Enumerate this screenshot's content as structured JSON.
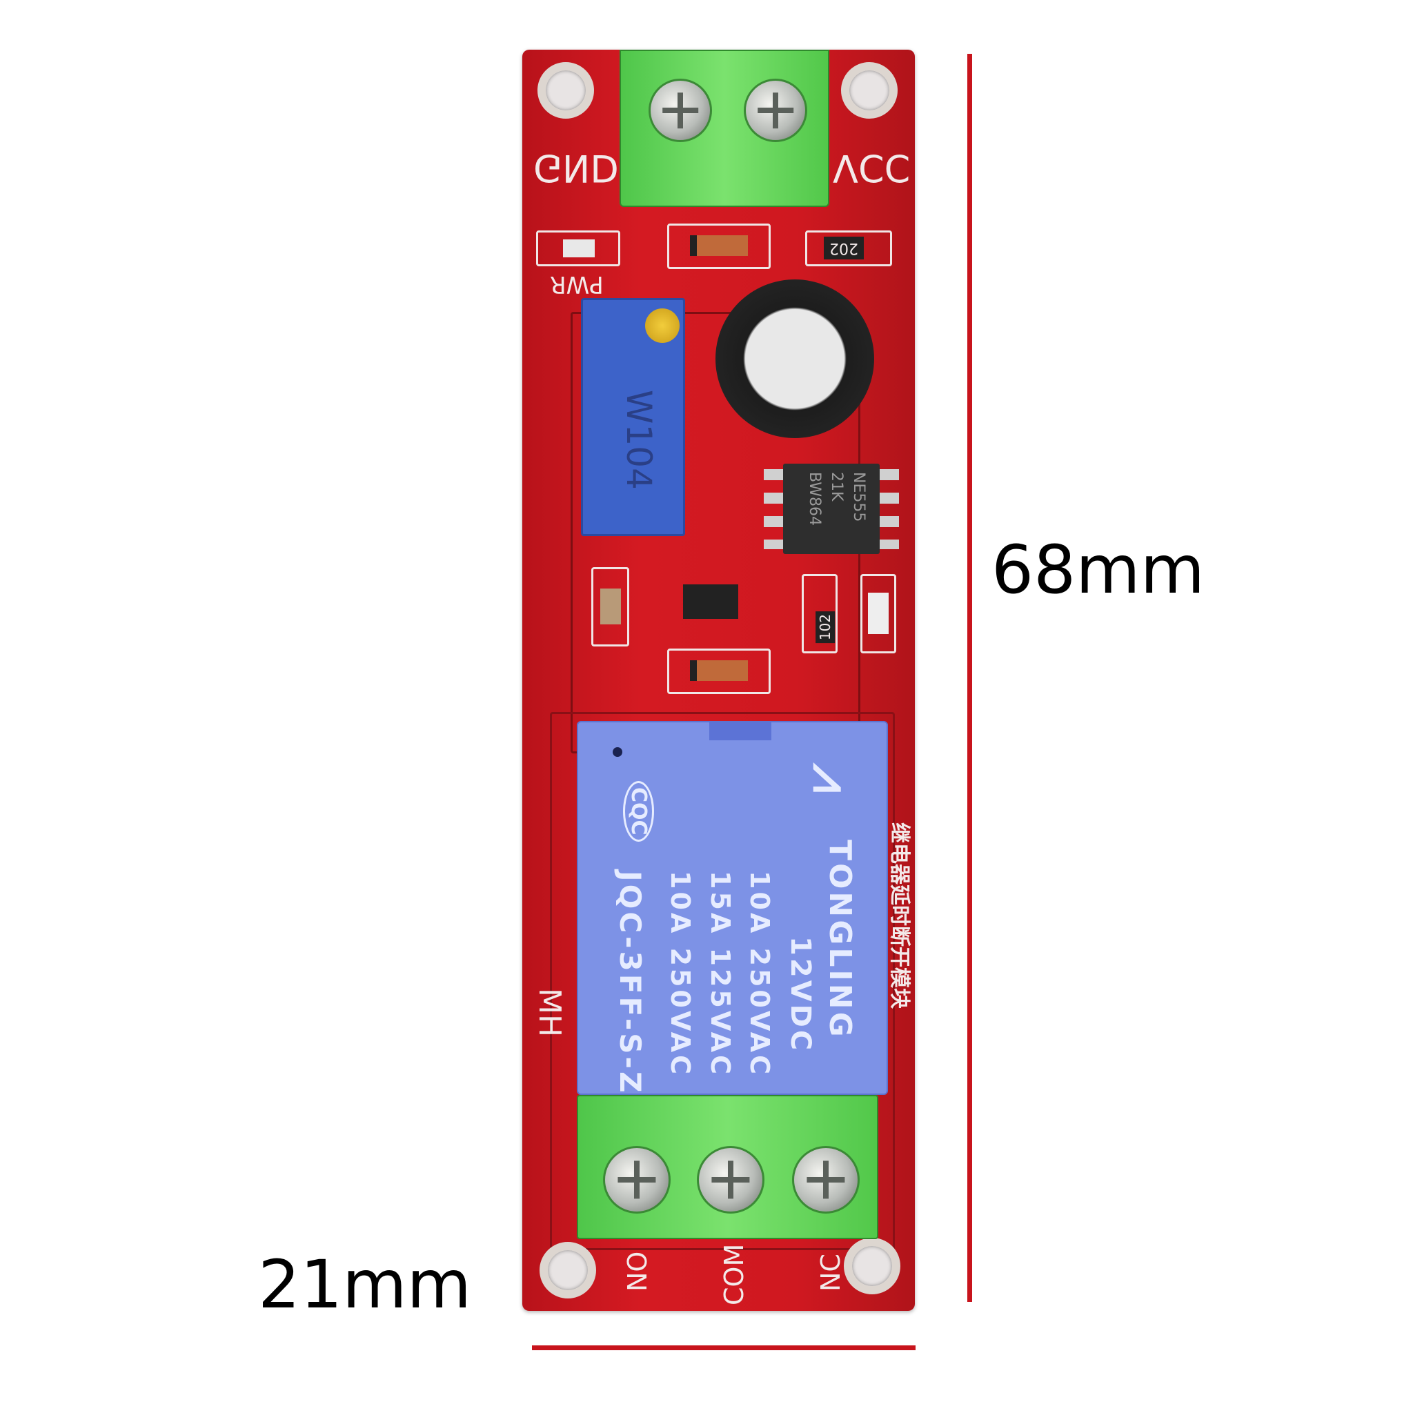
{
  "dimensions": {
    "height_label": "68mm",
    "width_label": "21mm",
    "line_color": "#c8141c"
  },
  "board": {
    "color": "#cf1820",
    "power_labels": {
      "gnd": "GND",
      "vcc": "VCC"
    },
    "pwr_label": "PWR",
    "resistor_top": "202",
    "resistor_mid": "102",
    "potentiometer": "W104",
    "ic": {
      "line1": "NE555",
      "line2": "21K",
      "line3": "BW864"
    },
    "maker_label": "MH",
    "chinese_label": "继电器延时断开模块",
    "output_labels": [
      "NO",
      "COM",
      "NC"
    ]
  },
  "relay": {
    "color": "#7d92e6",
    "brand": "TONGLING",
    "coil": "12VDC",
    "rating1": "10A 250VAC",
    "rating2": "15A 125VAC",
    "rating3": "10A 250VAC",
    "model": "JQC-3FF-S-Z",
    "cert": "CQC"
  }
}
